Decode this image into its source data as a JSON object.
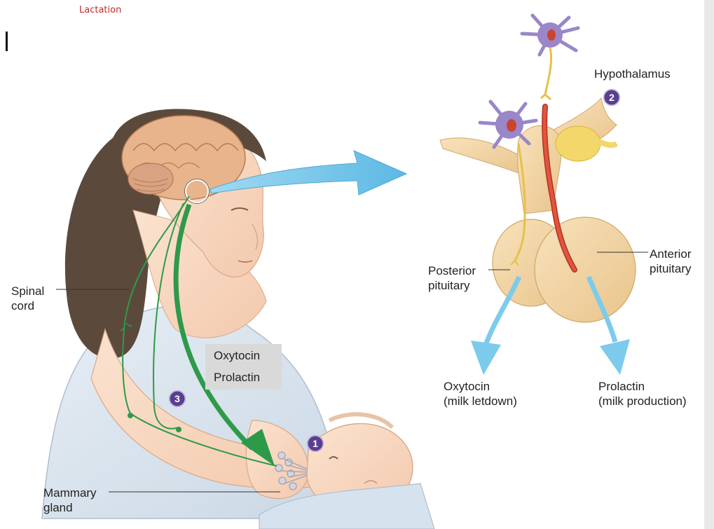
{
  "slide": {
    "title": "Lactation"
  },
  "labels": {
    "hypothalamus": "Hypothalamus",
    "anterior_pituitary": [
      "Anterior",
      "pituitary"
    ],
    "posterior_pituitary": [
      "Posterior",
      "pituitary"
    ],
    "spinal_cord": [
      "Spinal",
      "cord"
    ],
    "mammary_gland": [
      "Mammary",
      "gland"
    ],
    "oxytocin_effect": [
      "Oxytocin",
      "(milk letdown)"
    ],
    "prolactin_effect": [
      "Prolactin",
      "(milk production)"
    ]
  },
  "hormone_box": [
    "Oxytocin",
    "Prolactin"
  ],
  "steps": [
    "1",
    "2",
    "3"
  ],
  "colors": {
    "title": "#c0282d",
    "nerve_green": "#2e9a49",
    "arrow_blue": "#6ec6ea",
    "pituitary_fill": "#f2d6a6",
    "vessel_red": "#d9452e",
    "axon_yellow": "#e8c04a",
    "neuron_purple": "#9a86c9",
    "step_badge": "#5a3f8e"
  }
}
